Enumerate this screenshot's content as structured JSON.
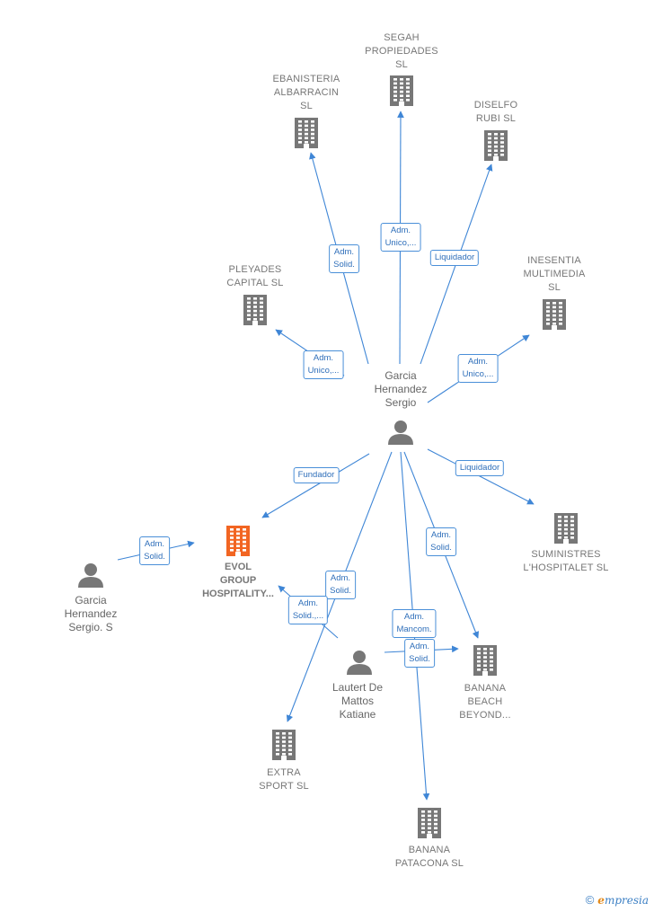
{
  "colors": {
    "edge": "#3f86d6",
    "building": "#777777",
    "focus": "#f26522",
    "person": "#777777"
  },
  "nodes": {
    "segah": {
      "label": "SEGAH\nPROPIEDADES\nSL",
      "icon": "building-icon"
    },
    "ebanisteria": {
      "label": "EBANISTERIA\nALBARRACIN\nSL",
      "icon": "building-icon"
    },
    "diselfo": {
      "label": "DISELFO\nRUBI SL",
      "icon": "building-icon"
    },
    "pleyades": {
      "label": "PLEYADES\nCAPITAL  SL",
      "icon": "building-icon"
    },
    "inesentia": {
      "label": "INESENTIA\nMULTIMEDIA\nSL",
      "icon": "building-icon"
    },
    "garcia_main": {
      "label": "Garcia\nHernandez\nSergio",
      "icon": "person-icon"
    },
    "evol": {
      "label": "EVOL\nGROUP\nHOSPITALITY...",
      "icon": "building-icon"
    },
    "garcia_s": {
      "label": "Garcia\nHernandez\nSergio.  S",
      "icon": "person-icon"
    },
    "suministres": {
      "label": "SUMINISTRES\nL'HOSPITALET SL",
      "icon": "building-icon"
    },
    "lautert": {
      "label": "Lautert De\nMattos\nKatiane",
      "icon": "person-icon"
    },
    "banana_beach": {
      "label": "BANANA\nBEACH\nBEYOND...",
      "icon": "building-icon"
    },
    "extra": {
      "label": "EXTRA\nSPORT SL",
      "icon": "building-icon"
    },
    "banana_patacona": {
      "label": "BANANA\nPATACONA  SL",
      "icon": "building-icon"
    }
  },
  "edges": [
    {
      "from": "garcia_main",
      "to": "segah",
      "label": "Adm.\nUnico,..."
    },
    {
      "from": "garcia_main",
      "to": "ebanisteria",
      "label": "Adm.\nSolid."
    },
    {
      "from": "garcia_main",
      "to": "diselfo",
      "label": "Liquidador"
    },
    {
      "from": "garcia_main",
      "to": "pleyades",
      "label": "Adm.\nUnico,..."
    },
    {
      "from": "garcia_main",
      "to": "inesentia",
      "label": "Adm.\nUnico,..."
    },
    {
      "from": "garcia_main",
      "to": "evol",
      "label": "Fundador"
    },
    {
      "from": "garcia_main",
      "to": "suministres",
      "label": "Liquidador"
    },
    {
      "from": "garcia_s",
      "to": "evol",
      "label": "Adm.\nSolid."
    },
    {
      "from": "garcia_main",
      "to": "extra",
      "label": "Adm.\nSolid."
    },
    {
      "from": "garcia_main",
      "to": "banana_beach",
      "label": "Adm.\nSolid."
    },
    {
      "from": "garcia_main",
      "to": "banana_patacona",
      "label": "Adm.\nMancom."
    },
    {
      "from": "lautert",
      "to": "evol",
      "label": "Adm.\nSolid.,..."
    },
    {
      "from": "lautert",
      "to": "banana_beach",
      "label": "Adm.\nSolid."
    }
  ],
  "footer": {
    "copyright_symbol": "©",
    "brand_first": "e",
    "brand_rest": "mpresia"
  }
}
